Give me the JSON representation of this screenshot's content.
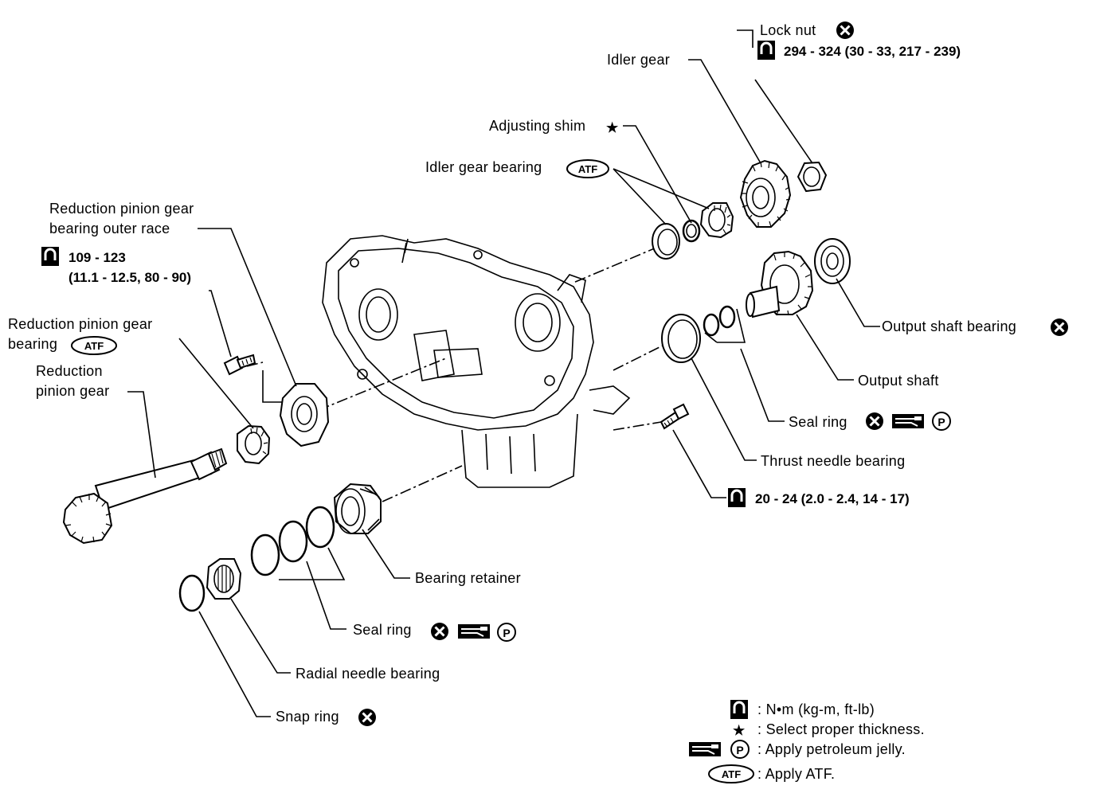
{
  "labels": {
    "lock_nut": "Lock nut",
    "lock_nut_torque": "294 - 324 (30 - 33, 217 - 239)",
    "idler_gear": "Idler gear",
    "adjusting_shim": "Adjusting shim",
    "idler_gear_bearing": "Idler gear bearing",
    "outer_race_line1": "Reduction pinion gear",
    "outer_race_line2": "bearing outer race",
    "bolt_torque_line1": "109 - 123",
    "bolt_torque_line2": "(11.1 - 12.5, 80 - 90)",
    "rpg_bearing_line1": "Reduction pinion gear",
    "rpg_bearing_line2": "bearing",
    "rpg_line1": "Reduction",
    "rpg_line2": "pinion gear",
    "output_shaft_bearing": "Output shaft bearing",
    "output_shaft": "Output shaft",
    "seal_ring_upper": "Seal ring",
    "thrust_needle_bearing": "Thrust needle bearing",
    "retainer_bolt_torque": "20 - 24 (2.0 - 2.4, 14 - 17)",
    "bearing_retainer": "Bearing retainer",
    "seal_ring_lower": "Seal ring",
    "radial_needle_bearing": "Radial needle bearing",
    "snap_ring": "Snap ring"
  },
  "symbols": {
    "atf": "ATF",
    "petroleum": "P",
    "star": "★"
  },
  "legend": {
    "torque_units": ": N•m (kg-m, ft-lb)",
    "select_thickness": ": Select proper thickness.",
    "apply_jelly": ": Apply petroleum jelly.",
    "apply_atf": ": Apply ATF."
  },
  "colors": {
    "ink": "#000000",
    "paper": "#ffffff"
  }
}
